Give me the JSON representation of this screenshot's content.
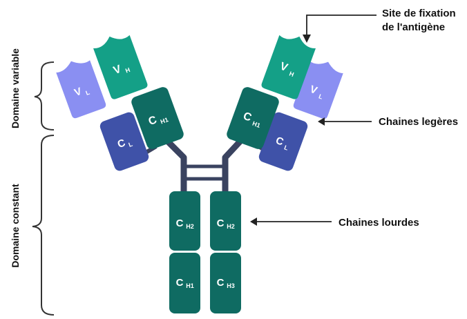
{
  "side_labels": {
    "variable": "Domaine variable",
    "constant": "Domaine constant"
  },
  "annotations": {
    "antigen_line1": "Site de fixation",
    "antigen_line2": "de l'antigène",
    "light_chains": "Chaines legères",
    "heavy_chains": "Chaines lourdes"
  },
  "segments": {
    "vl_left": {
      "main": "V",
      "sub": "L"
    },
    "vh_left": {
      "main": "V",
      "sub": "H"
    },
    "ch1_left": {
      "main": "C",
      "sub": "H1"
    },
    "cl_left": {
      "main": "C",
      "sub": "L"
    },
    "vh_right": {
      "main": "V",
      "sub": "H"
    },
    "vl_right": {
      "main": "V",
      "sub": "L"
    },
    "ch1_right": {
      "main": "C",
      "sub": "H1"
    },
    "cl_right": {
      "main": "C",
      "sub": "L"
    },
    "ch2_left": {
      "main": "C",
      "sub": "H2"
    },
    "ch2_right": {
      "main": "C",
      "sub": "H2"
    },
    "stem_left_bottom": {
      "main": "C",
      "sub": "H1"
    },
    "stem_right_bottom": {
      "main": "C",
      "sub": "H3"
    }
  },
  "colors": {
    "heavy_dark": "#0f6b62",
    "heavy_variable": "#14a087",
    "light_variable": "#8a8ff2",
    "light_constant": "#3f52a8",
    "hinge": "#3a4360",
    "bracket": "#333333"
  }
}
